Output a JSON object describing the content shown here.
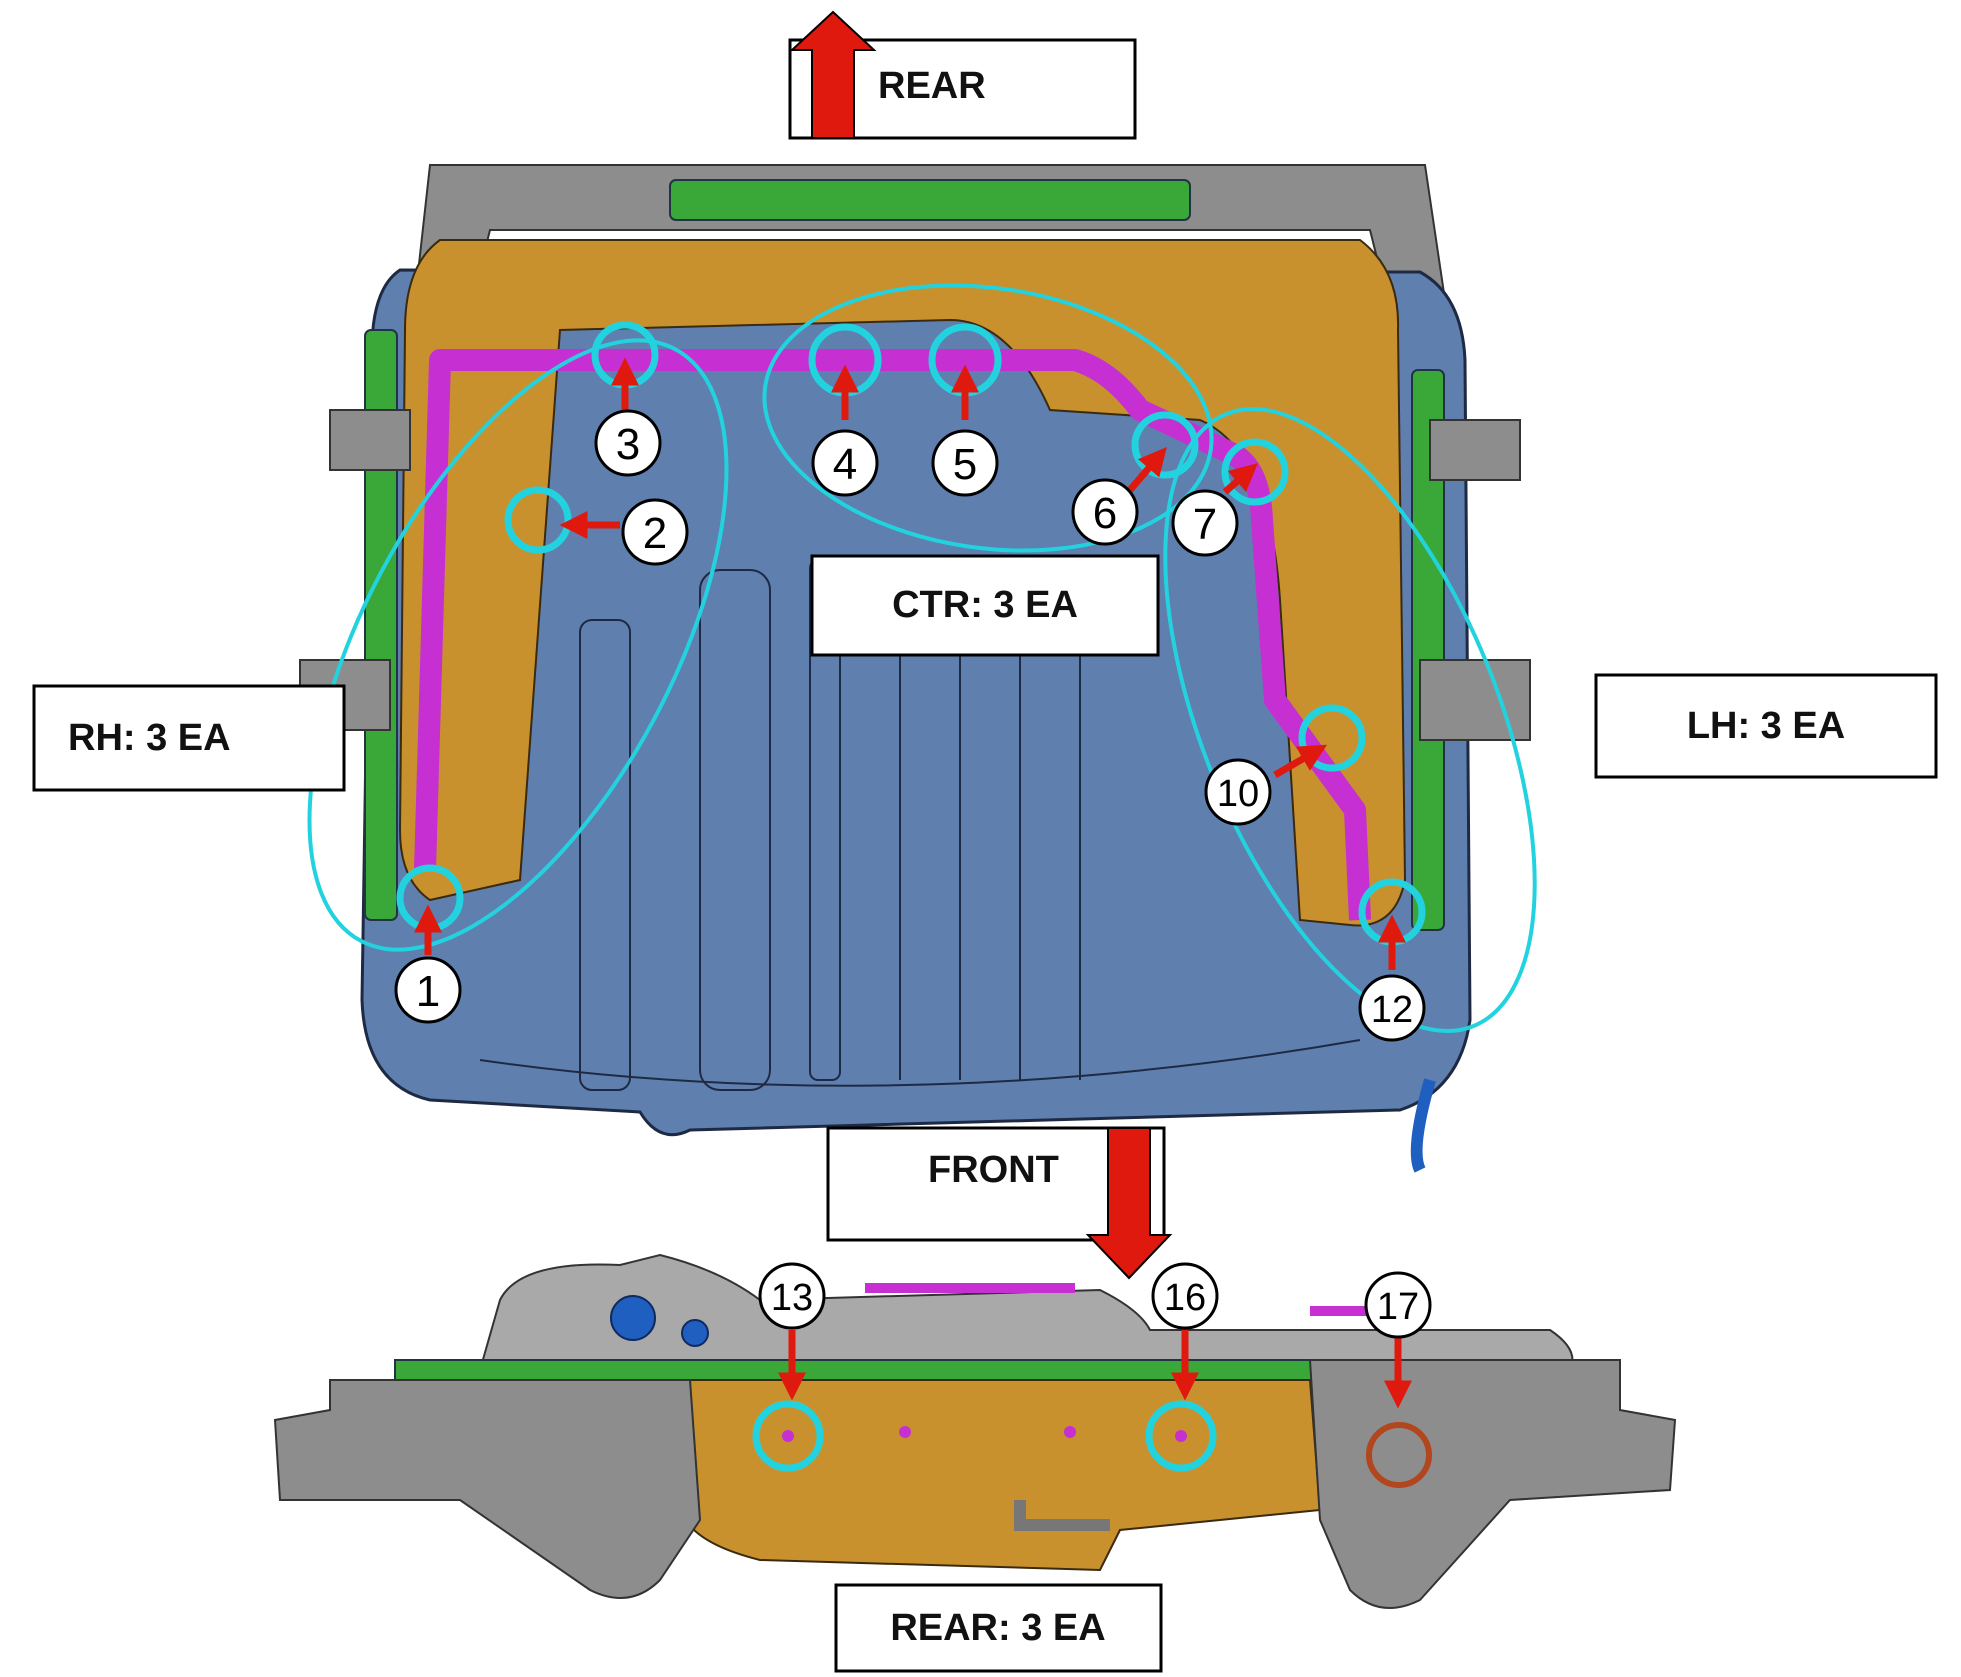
{
  "labels": {
    "rear_direction": "REAR",
    "front_direction": "FRONT",
    "ctr_count": "CTR: 3 EA",
    "rh_count": "RH: 3 EA",
    "lh_count": "LH: 3 EA",
    "rear_count": "REAR: 3 EA"
  },
  "callouts": {
    "c1": "1",
    "c2": "2",
    "c3": "3",
    "c4": "4",
    "c5": "5",
    "c6": "6",
    "c7": "7",
    "c10": "10",
    "c12": "12",
    "c13": "13",
    "c16": "16",
    "c17": "17"
  },
  "colors": {
    "tank_blue": "#5f7fae",
    "bracket_orange": "#c8912e",
    "seal_magenta": "#c62fd1",
    "frame_green": "#3aa838",
    "frame_gray": "#8a8a8a",
    "highlight_cyan": "#22d3df",
    "arrow_red": "#e0190f",
    "marker_brown": "#b2461e"
  }
}
